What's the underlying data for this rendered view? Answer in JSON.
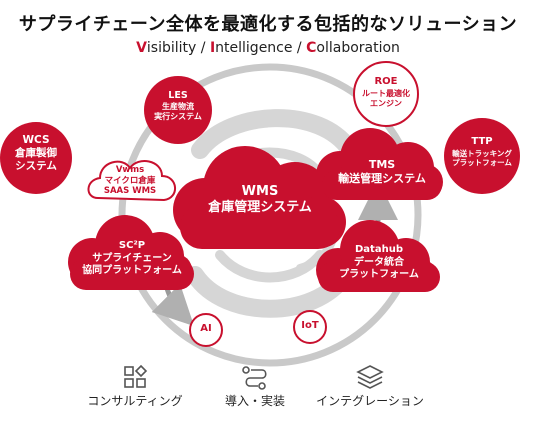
{
  "header": {
    "title": "サプライチェーン全体を最適化する包括的なソリューション",
    "subtitle": {
      "v": "V",
      "v_rest": "isibility / ",
      "i": "I",
      "i_rest": "ntelligence / ",
      "c": "C",
      "c_rest": "ollaboration"
    }
  },
  "nodes": {
    "wms": {
      "line1": "WMS",
      "line2": "倉庫管理システム"
    },
    "tms": {
      "line1": "TMS",
      "line2": "輸送管理システム"
    },
    "vwms": {
      "line1": "Vwms",
      "line2": "マイクロ倉庫",
      "line3": "SAAS WMS"
    },
    "sc2p": {
      "line1": "SC²P",
      "line2": "サプライチェーン",
      "line3": "協同プラットフォーム"
    },
    "datahub": {
      "line1": "Datahub",
      "line2": "データ統合",
      "line3": "プラットフォーム"
    },
    "les": {
      "line1": "LES",
      "line2": "生産物流",
      "line3": "実行システム"
    },
    "roe": {
      "line1": "ROE",
      "line2": "ルート最適化",
      "line3": "エンジン"
    },
    "wcs": {
      "line1": "WCS",
      "line2": "倉庫製御",
      "line3": "システム"
    },
    "ttp": {
      "line1": "TTP",
      "line2": "輸送トラッキング",
      "line3": "プラットフォーム"
    },
    "ai": {
      "label": "AI"
    },
    "iot": {
      "label": "IoT"
    }
  },
  "services": [
    {
      "label": "コンサルティング",
      "icon": "grid-diamond-icon"
    },
    {
      "label": "導入・実装",
      "icon": "workflow-icon"
    },
    {
      "label": "インテグレーション",
      "icon": "layers-icon"
    }
  ],
  "colors": {
    "brand_red": "#c8102e",
    "ring_gray": "#bdbdbd"
  }
}
